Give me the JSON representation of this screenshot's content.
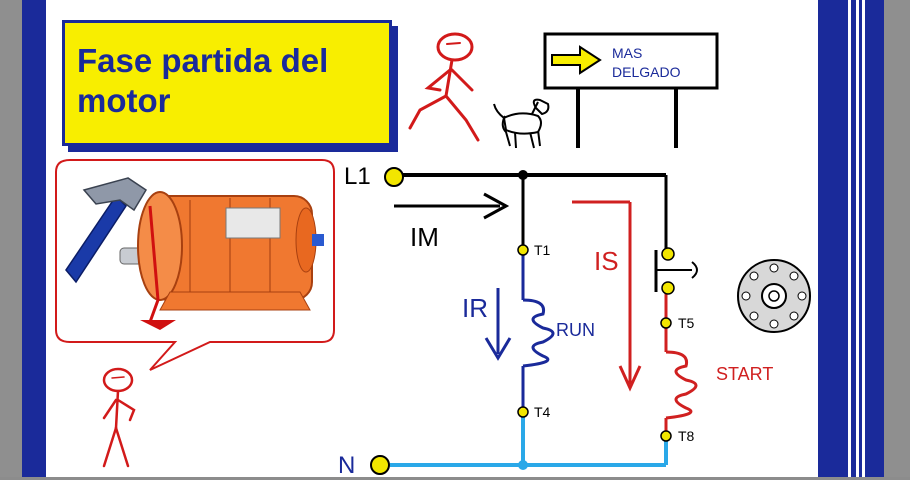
{
  "title": "Fase partida del motor",
  "sign": {
    "line1": "MAS",
    "line2": "DELGADO"
  },
  "labels": {
    "l1": "L1",
    "n": "N",
    "im": "IM",
    "ir": "IR",
    "is": "IS",
    "run": "RUN",
    "start": "START",
    "t1": "T1",
    "t4": "T4",
    "t5": "T5",
    "t8": "T8"
  },
  "colors": {
    "frame_blue": "#1a2a9a",
    "title_yellow": "#f8ee00",
    "wire_black": "#000000",
    "run_blue": "#1a5ad8",
    "start_red": "#d02020",
    "neutral_cyan": "#2aa8e8",
    "terminal_yellow": "#f2e600"
  },
  "icons": [
    "stick-figure-icon",
    "dog-icon",
    "hammer-icon",
    "electric-motor-icon",
    "motor-flange-icon",
    "switch-icon"
  ]
}
